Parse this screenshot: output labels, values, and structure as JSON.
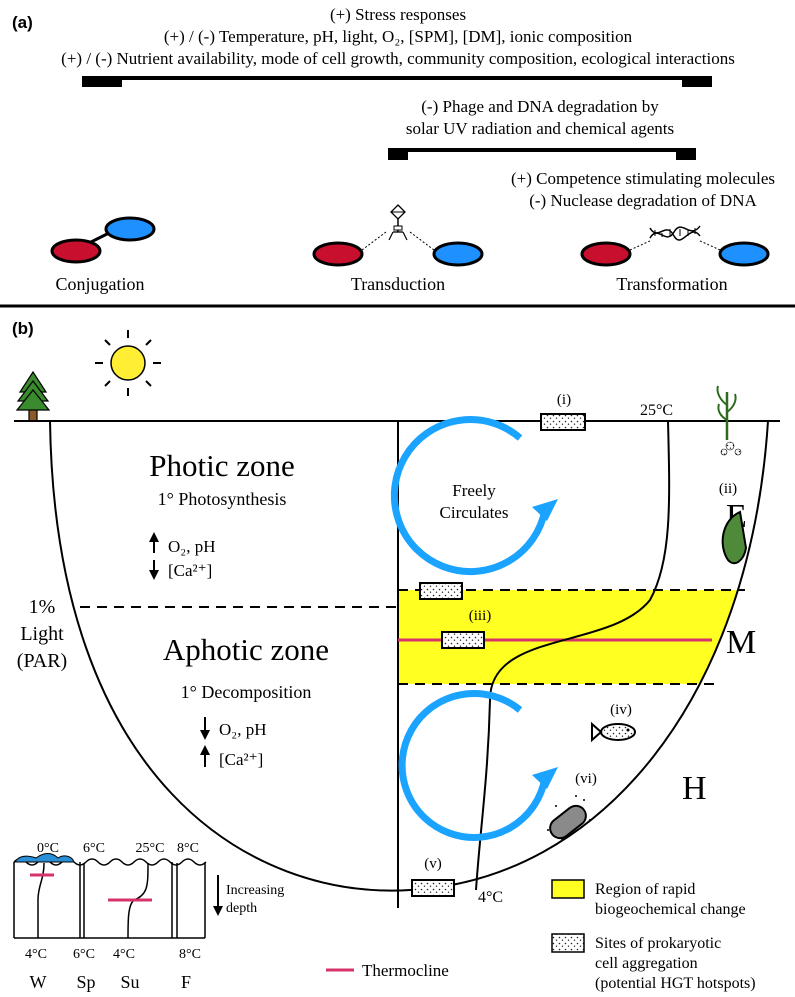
{
  "colors": {
    "red": "#c8102e",
    "blue": "#1e90ff",
    "arrow_blue": "#1aa3ff",
    "yellow": "#ffff22",
    "thermocline": "#d6336c",
    "tree_green": "#3a8a2e",
    "trunk": "#8b5a2b",
    "sun": "#ffee33",
    "bush": "#4f8a3a",
    "ice": "#2a8fd6",
    "rock": "#8a8a8a"
  },
  "panel_a": {
    "label": "(a)",
    "factors_line1": "(+) Stress responses",
    "factors_line2": "(+) / (-) Temperature, pH, light, O₂, [SPM], [DM], ionic composition",
    "factors_line3": "(+) / (-) Nutrient availability, mode of cell growth, community composition, ecological interactions",
    "phage_line1": "(-) Phage and DNA degradation by",
    "phage_line2": "solar UV radiation and chemical agents",
    "comp_line1": "(+) Competence stimulating molecules",
    "comp_line2": "(-) Nuclease degradation of DNA",
    "mechanisms": [
      "Conjugation",
      "Transduction",
      "Transformation"
    ]
  },
  "panel_b": {
    "label": "(b)",
    "temp_top": "25°C",
    "temp_bottom": "4°C",
    "site_i": "(i)",
    "site_ii": "(ii)",
    "site_iii": "(iii)",
    "site_iv": "(iv)",
    "site_v": "(v)",
    "site_vi": "(vi)",
    "photic_title": "Photic zone",
    "photic_process": "1° Photosynthesis",
    "photic_up": "O₂, pH",
    "photic_down": "[Ca²⁺]",
    "light_line1": "1%",
    "light_line2": "Light",
    "light_line3": "(PAR)",
    "aphotic_title": "Aphotic zone",
    "aphotic_process": "1° Decomposition",
    "aphotic_down": "O₂, pH",
    "aphotic_up": "[Ca²⁺]",
    "circulates_line1": "Freely",
    "circulates_line2": "Circulates",
    "layer_e": "E",
    "layer_m": "M",
    "layer_h": "H",
    "seasons": {
      "top_temps": [
        "0°C",
        "6°C",
        "25°C",
        "8°C"
      ],
      "bottom_temps": [
        "4°C",
        "6°C",
        "4°C",
        "8°C"
      ],
      "labels": [
        "W",
        "Sp",
        "Su",
        "F"
      ],
      "depth_line1": "Increasing",
      "depth_line2": "depth"
    },
    "legend": {
      "thermocline": "Thermocline",
      "yellow_line1": "Region of rapid",
      "yellow_line2": "biogeochemical change",
      "dots_line1": "Sites of prokaryotic",
      "dots_line2": "cell aggregation",
      "dots_line3": "(potential HGT hotspots)"
    }
  }
}
